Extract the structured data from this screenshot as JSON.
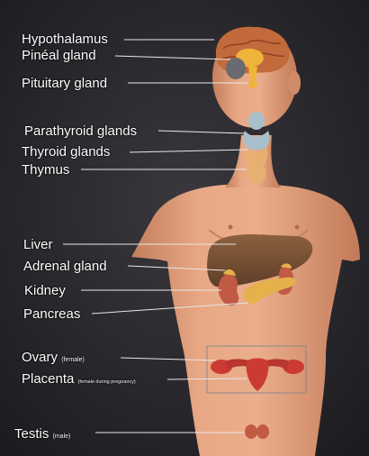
{
  "labels": {
    "hypothalamus": "Hypothalamus",
    "pineal": "Pinéal gland",
    "pituitary": "Pituitary gland",
    "parathyroid": "Parathyroid glands",
    "thyroid": "Thyroid glands",
    "thymus": "Thymus",
    "liver": "Liver",
    "adrenal": "Adrenal gland",
    "kidney": "Kidney",
    "pancreas": "Pancreas",
    "ovary": "Ovary",
    "ovary_note": "(female)",
    "placenta": "Placenta",
    "placenta_note": "(female during pregnancy)",
    "testis": "Testis",
    "testis_note": "(male)"
  },
  "colors": {
    "background": "#2c2b30",
    "skin": "#e4a07c",
    "skin_shadow": "#c27a58",
    "liver": "#7a5235",
    "kidney": "#c05a44",
    "pancreas": "#e6b04a",
    "thyroid": "#e8b070",
    "parathyroid": "#a8c0cc",
    "brain": "#c36a3c",
    "gland_yellow": "#f0b43a",
    "uterus": "#cc3a34",
    "leader_line": "#e8e8e8",
    "label_text": "#ffffff"
  }
}
